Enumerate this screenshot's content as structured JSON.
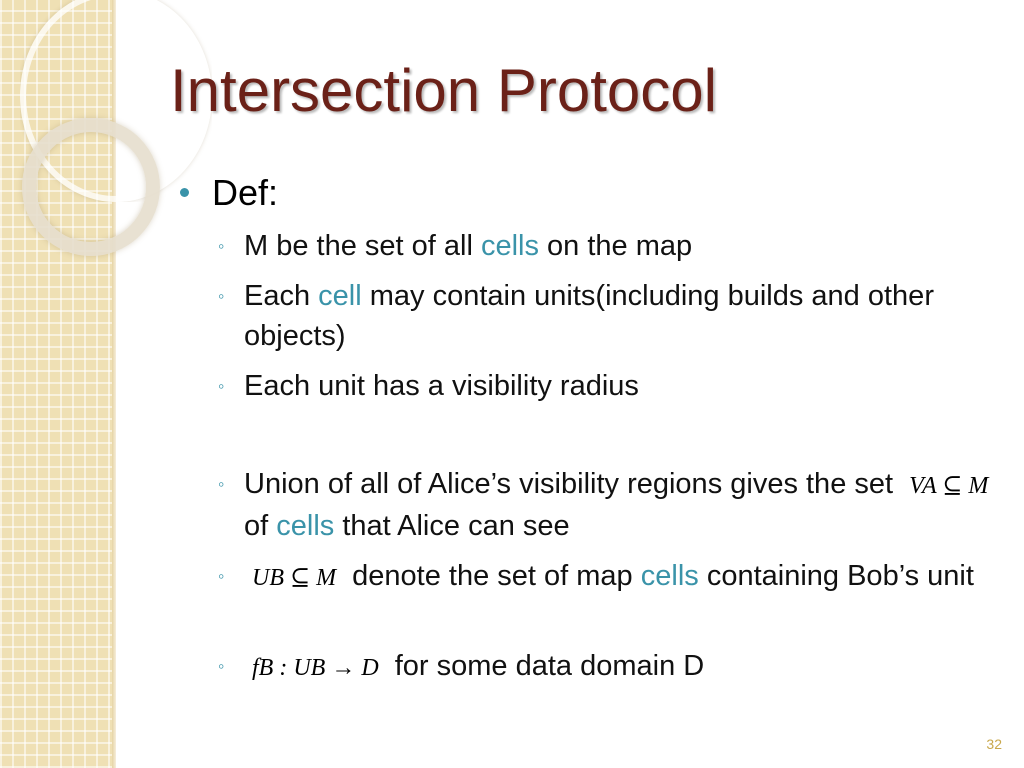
{
  "slide": {
    "title": "Intersection Protocol",
    "page_number": "32"
  },
  "bullet1": {
    "label": "Def:"
  },
  "items": [
    {
      "pre": "M be the set of all ",
      "hl": "cells",
      "post": " on the map"
    },
    {
      "pre": "Each ",
      "hl": "cell",
      "post": " may contain units(including builds and other objects)"
    },
    {
      "text": "Each unit has a visibility radius"
    },
    {
      "pre": "Union of all of Alice’s visibility regions gives the set ",
      "math": "VA ⊆ M",
      "mid": " of ",
      "hl": "cells",
      "post": " that Alice can see"
    },
    {
      "math": "UB ⊆ M",
      "pre": " denote the set of map ",
      "hl": "cells",
      "post": " containing Bob’s unit"
    },
    {
      "math": "fB : UB → D",
      "post": " for some data domain D"
    }
  ],
  "colors": {
    "title": "#6b2118",
    "accent": "#3a93a9",
    "band": "#efe0b4",
    "page_number": "#c9a84c"
  }
}
